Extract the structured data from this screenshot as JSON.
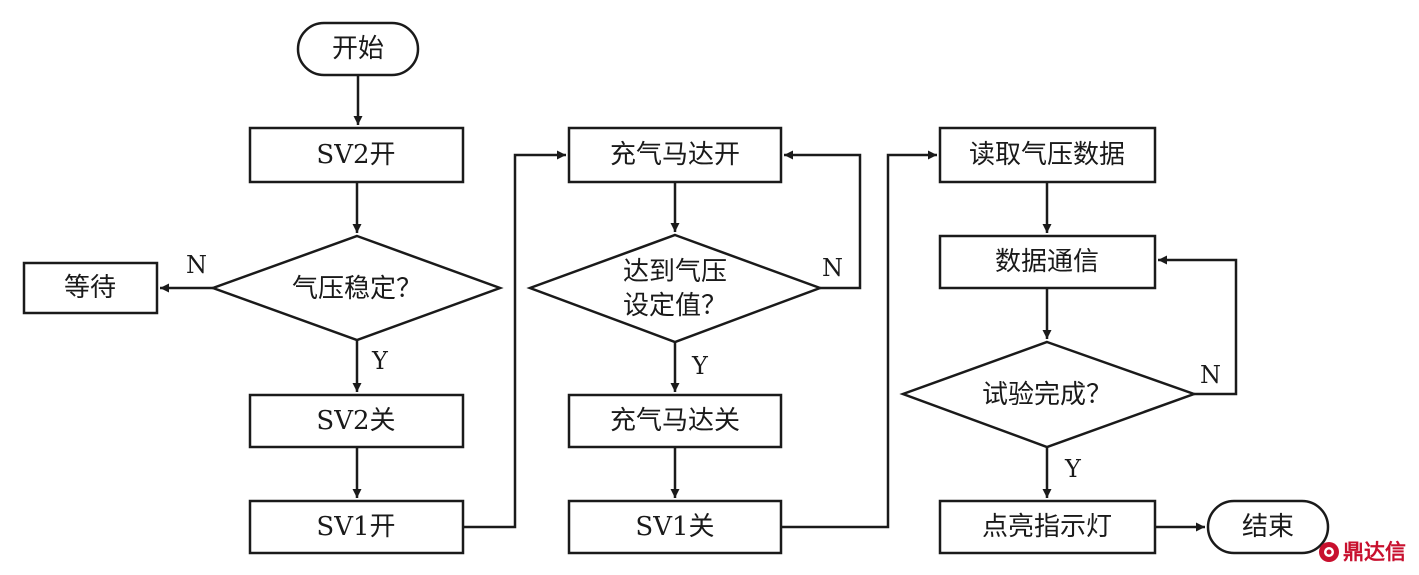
{
  "nodes": {
    "start": "开始",
    "sv2_open": "SV2开",
    "pressure_stable": "气压稳定？",
    "wait": "等待",
    "sv2_close": "SV2关",
    "sv1_open": "SV1开",
    "motor_on": "充气马达开",
    "reach_pressure_line1": "达到气压",
    "reach_pressure_line2": "设定值？",
    "motor_off": "充气马达关",
    "sv1_close": "SV1关",
    "read_pressure": "读取气压数据",
    "data_comm": "数据通信",
    "test_done": "试验完成？",
    "light_on": "点亮指示灯",
    "end": "结束"
  },
  "labels": {
    "no": "N",
    "yes": "Y"
  },
  "watermark": {
    "text": "鼎达信",
    "color": "#c8102e"
  }
}
